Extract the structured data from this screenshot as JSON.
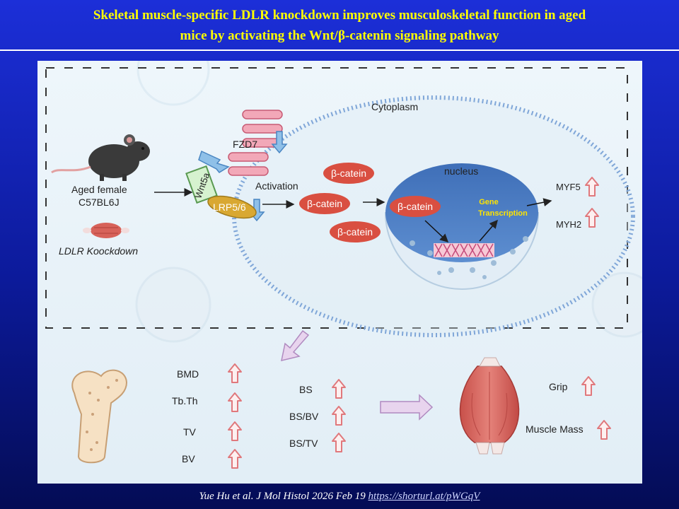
{
  "title": {
    "line1": "Skeletal muscle-specific LDLR knockdown improves musculoskeletal function in aged",
    "line2": "mice by activating the Wnt/β-catenin signaling pathway"
  },
  "diagram": {
    "mouse_label_line1": "Aged female",
    "mouse_label_line2": "C57BL6J",
    "knockdown_label": "LDLR Koockdown",
    "wnt5a": "Wnt5a",
    "fzd7": "FZD7",
    "lrp": "LRP5/6",
    "activation": "Activation",
    "cytoplasm": "Cytoplasm",
    "nucleus": "nucleus",
    "beta_catenin": "β-catein",
    "gene_transcription_line1": "Gene",
    "gene_transcription_line2": "Transcription",
    "myf5": "MYF5",
    "myh2": "MYH2"
  },
  "outcomes": {
    "bone_metrics": [
      "BMD",
      "Tb.Th",
      "TV",
      "BV"
    ],
    "surface_metrics": [
      "BS",
      "BS/BV",
      "BS/TV"
    ],
    "muscle_metrics": [
      "Grip",
      "Muscle Mass"
    ]
  },
  "citation": {
    "text": "Yue Hu et al. J Mol Histol 2026 Feb 19",
    "link": "https://shorturl.at/pWGqV"
  },
  "colors": {
    "title": "#ffff00",
    "up_arrow": "#e88a8e",
    "catenin": "#d94f41",
    "nucleus": "#3f6fb8"
  }
}
